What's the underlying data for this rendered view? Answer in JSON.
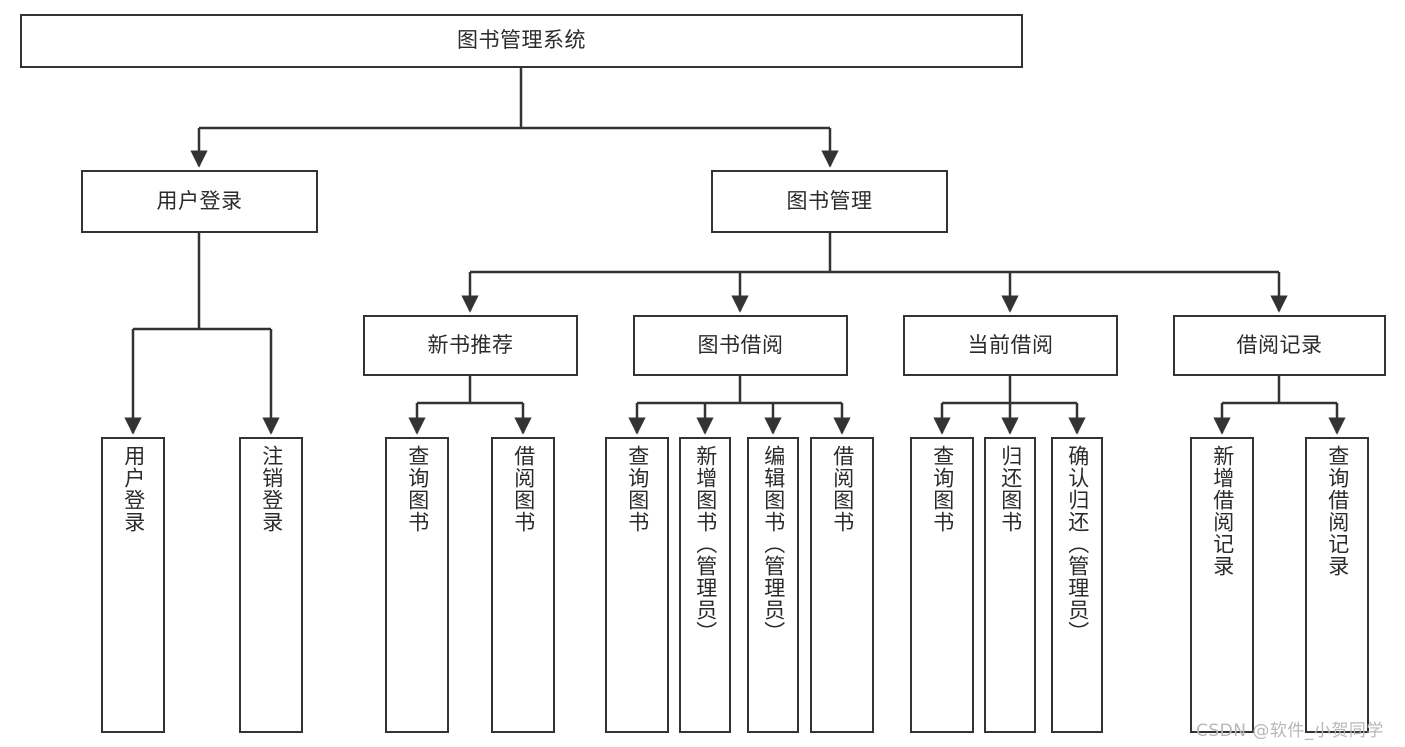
{
  "diagram": {
    "title": "图书管理系统",
    "type": "tree-hierarchy",
    "colors": {
      "box_border": "#333333",
      "box_fill": "#ffffff",
      "connector": "#333333",
      "text": "#2b2b2b",
      "watermark": "#b8b8b8"
    },
    "nodes": {
      "root": {
        "label": "图书管理系统"
      },
      "level1": [
        {
          "id": "user-login",
          "label": "用户登录"
        },
        {
          "id": "book-management",
          "label": "图书管理"
        }
      ],
      "level2": [
        {
          "id": "new-book-recommend",
          "label": "新书推荐"
        },
        {
          "id": "book-borrow",
          "label": "图书借阅"
        },
        {
          "id": "current-borrow",
          "label": "当前借阅"
        },
        {
          "id": "borrow-record",
          "label": "借阅记录"
        }
      ],
      "leaves": [
        {
          "id": "leaf-user-login",
          "label": "用户登录",
          "parent": "user-login"
        },
        {
          "id": "leaf-logout-login",
          "label": "注销登录",
          "parent": "user-login"
        },
        {
          "id": "leaf-query-book-1",
          "label": "查询图书",
          "parent": "new-book-recommend"
        },
        {
          "id": "leaf-borrow-book-1",
          "label": "借阅图书",
          "parent": "new-book-recommend"
        },
        {
          "id": "leaf-query-book-2",
          "label": "查询图书",
          "parent": "book-borrow"
        },
        {
          "id": "leaf-add-book",
          "label": "新增图书（管理员）",
          "parent": "book-borrow"
        },
        {
          "id": "leaf-edit-book",
          "label": "编辑图书（管理员）",
          "parent": "book-borrow"
        },
        {
          "id": "leaf-borrow-book-2",
          "label": "借阅图书",
          "parent": "book-borrow"
        },
        {
          "id": "leaf-query-book-3",
          "label": "查询图书",
          "parent": "current-borrow"
        },
        {
          "id": "leaf-return-book",
          "label": "归还图书",
          "parent": "current-borrow"
        },
        {
          "id": "leaf-confirm-return",
          "label": "确认归还（管理员）",
          "parent": "current-borrow"
        },
        {
          "id": "leaf-add-record",
          "label": "新增借阅记录",
          "parent": "borrow-record"
        },
        {
          "id": "leaf-query-record",
          "label": "查询借阅记录",
          "parent": "borrow-record"
        }
      ]
    },
    "watermark": "CSDN @软件_小贺同学"
  }
}
